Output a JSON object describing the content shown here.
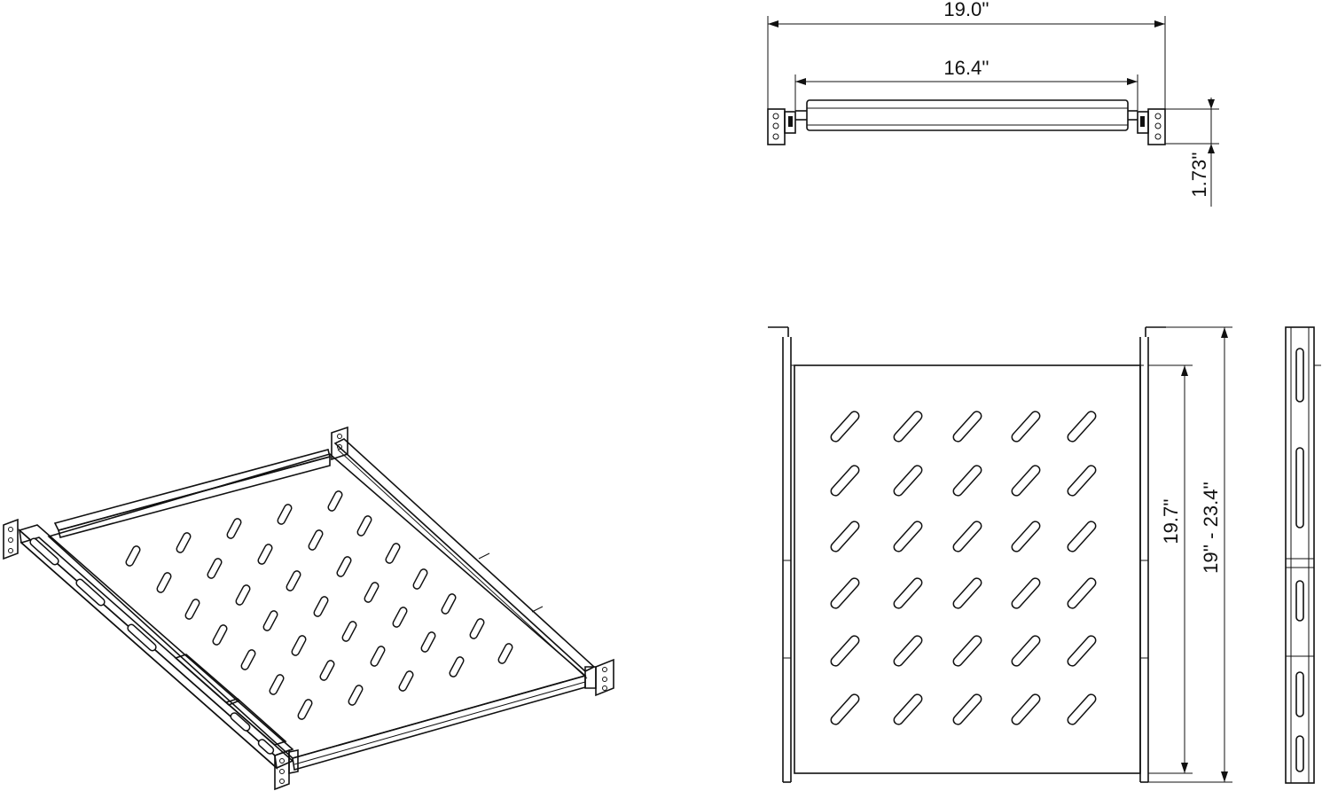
{
  "dimensions": {
    "overall_width": "19.0''",
    "inner_width": "16.4''",
    "height": "1.73''",
    "shelf_depth": "19.7''",
    "adjustable_depth": "19'' - 23.4''"
  },
  "colors": {
    "line": "#111111",
    "background": "#ffffff"
  }
}
